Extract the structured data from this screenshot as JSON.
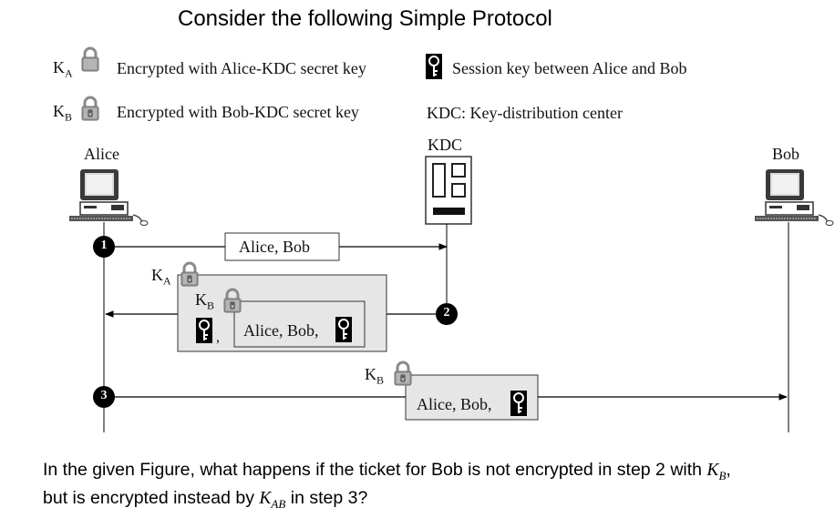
{
  "title": "Consider the following Simple Protocol",
  "legend": {
    "ka_symbol": "K",
    "ka_sub": "A",
    "ka_text": "Encrypted with Alice-KDC secret key",
    "kb_symbol": "K",
    "kb_sub": "B",
    "kb_text": "Encrypted with Bob-KDC secret key",
    "session_key_text": "Session key between Alice and Bob",
    "kdc_text": "KDC: Key-distribution center"
  },
  "actors": {
    "alice": "Alice",
    "kdc": "KDC",
    "bob": "Bob"
  },
  "steps": {
    "step1": "1",
    "step2": "2",
    "step3": "3"
  },
  "messages": {
    "msg1": "Alice, Bob",
    "msg2_inner": "Alice, Bob,",
    "msg2_comma": ",",
    "msg3": "Alice, Bob,"
  },
  "question": {
    "line1": "In the given Figure, what happens if the ticket for Bob is not encrypted in step 2 with",
    "line1_math": "K",
    "line1_math_sub": "B",
    "line1_end": ",",
    "line2_start": "but is encrypted instead by",
    "line2_math": "K",
    "line2_math_sub": "AB",
    "line2_end": "in step 3?"
  }
}
